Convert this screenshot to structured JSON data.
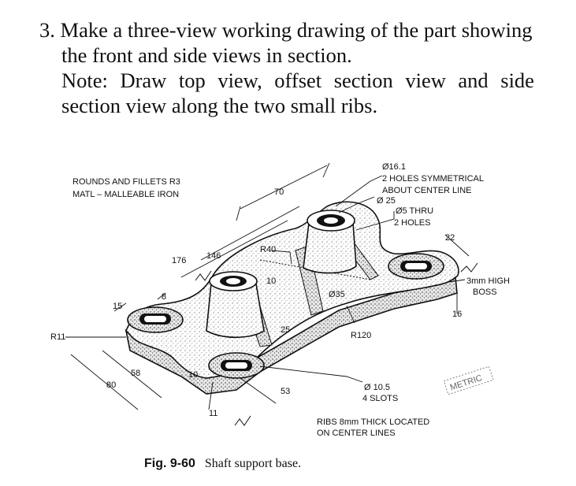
{
  "question": {
    "line1": "3. Make a three-view working drawing of the part showing",
    "line2": "the front and side views in section.",
    "note_words_a": [
      "Note:",
      "Draw",
      "top",
      "view,",
      "offset",
      "section",
      "view",
      "and",
      "side"
    ],
    "note_line2": "section view along the two small ribs."
  },
  "drawing": {
    "general_notes": [
      "ROUNDS AND FILLETS R3",
      "MATL – MALLEABLE IRON"
    ],
    "callouts": {
      "hole_note": [
        "Ø16.1",
        "2 HOLES SYMMETRICAL",
        "ABOUT CENTER LINE"
      ],
      "boss_dia": "Ø 25",
      "thru_holes": [
        "Ø5 THRU",
        "2 HOLES"
      ],
      "boss_height": [
        "3mm HIGH",
        "BOSS"
      ],
      "radius_large": "R120",
      "slot_note": [
        "Ø 10.5",
        "4 SLOTS"
      ],
      "rib_note": [
        "RIBS 8mm THICK LOCATED",
        "ON CENTER LINES"
      ],
      "metric_stamp": "METRIC"
    },
    "dimensions": {
      "d70": "70",
      "d176": "176",
      "d146": "146",
      "r40": "R40",
      "d10a": "10",
      "d35": "Ø35",
      "d22": "22",
      "d16": "16",
      "d8": "8",
      "d15": "15",
      "r11": "R11",
      "d25": "25",
      "d58": "58",
      "d80": "80",
      "d10b": "10",
      "d53": "53",
      "d11": "11"
    }
  },
  "caption": {
    "figure": "Fig. 9-60",
    "title": "Shaft support base."
  }
}
